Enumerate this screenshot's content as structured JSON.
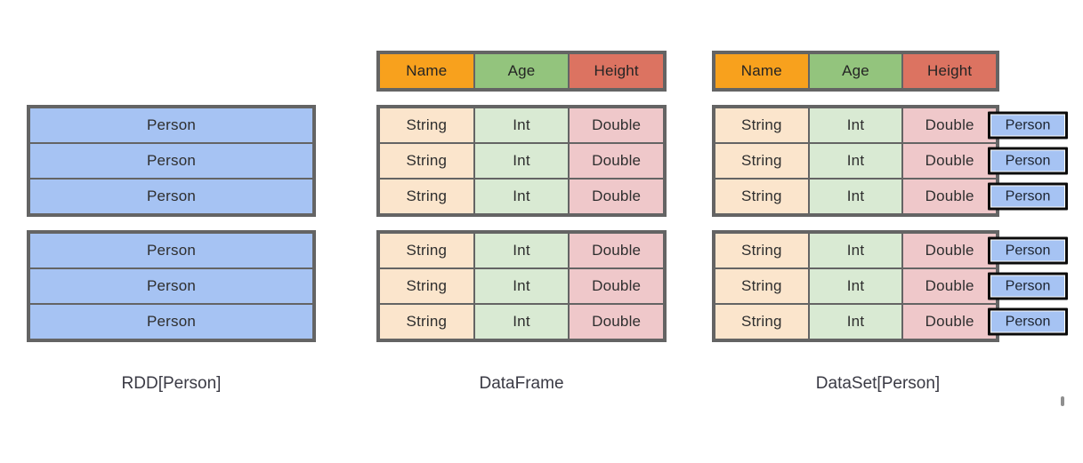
{
  "colors": {
    "blue": "#A6C3F3",
    "orange": "#F8A11D",
    "green": "#93C47D",
    "red": "#DC7361",
    "tan": "#FBE5CC",
    "lightGreen": "#D9EAD3",
    "pink": "#EFC8CA",
    "border": "#646464",
    "sideBoxBorder": "#0B0B0B",
    "text": "#303030",
    "captionText": "#3A3A44"
  },
  "columns": [
    {
      "id": "rdd",
      "caption": "RDD[Person]",
      "header": null,
      "groups": [
        {
          "rows": [
            [
              {
                "text": "Person",
                "color": "blue"
              }
            ],
            [
              {
                "text": "Person",
                "color": "blue"
              }
            ],
            [
              {
                "text": "Person",
                "color": "blue"
              }
            ]
          ]
        },
        {
          "rows": [
            [
              {
                "text": "Person",
                "color": "blue"
              }
            ],
            [
              {
                "text": "Person",
                "color": "blue"
              }
            ],
            [
              {
                "text": "Person",
                "color": "blue"
              }
            ]
          ]
        }
      ]
    },
    {
      "id": "dataframe",
      "caption": "DataFrame",
      "header": [
        {
          "text": "Name",
          "color": "orange"
        },
        {
          "text": "Age",
          "color": "green"
        },
        {
          "text": "Height",
          "color": "red"
        }
      ],
      "groups": [
        {
          "rows": [
            [
              {
                "text": "String",
                "color": "tan"
              },
              {
                "text": "Int",
                "color": "lightGreen"
              },
              {
                "text": "Double",
                "color": "pink"
              }
            ],
            [
              {
                "text": "String",
                "color": "tan"
              },
              {
                "text": "Int",
                "color": "lightGreen"
              },
              {
                "text": "Double",
                "color": "pink"
              }
            ],
            [
              {
                "text": "String",
                "color": "tan"
              },
              {
                "text": "Int",
                "color": "lightGreen"
              },
              {
                "text": "Double",
                "color": "pink"
              }
            ]
          ]
        },
        {
          "rows": [
            [
              {
                "text": "String",
                "color": "tan"
              },
              {
                "text": "Int",
                "color": "lightGreen"
              },
              {
                "text": "Double",
                "color": "pink"
              }
            ],
            [
              {
                "text": "String",
                "color": "tan"
              },
              {
                "text": "Int",
                "color": "lightGreen"
              },
              {
                "text": "Double",
                "color": "pink"
              }
            ],
            [
              {
                "text": "String",
                "color": "tan"
              },
              {
                "text": "Int",
                "color": "lightGreen"
              },
              {
                "text": "Double",
                "color": "pink"
              }
            ]
          ]
        }
      ]
    },
    {
      "id": "dataset",
      "caption": "DataSet[Person]",
      "header": [
        {
          "text": "Name",
          "color": "orange"
        },
        {
          "text": "Age",
          "color": "green"
        },
        {
          "text": "Height",
          "color": "red"
        }
      ],
      "row_side_box": {
        "text": "Person",
        "color": "blue"
      },
      "groups": [
        {
          "rows": [
            [
              {
                "text": "String",
                "color": "tan"
              },
              {
                "text": "Int",
                "color": "lightGreen"
              },
              {
                "text": "Double",
                "color": "pink"
              }
            ],
            [
              {
                "text": "String",
                "color": "tan"
              },
              {
                "text": "Int",
                "color": "lightGreen"
              },
              {
                "text": "Double",
                "color": "pink"
              }
            ],
            [
              {
                "text": "String",
                "color": "tan"
              },
              {
                "text": "Int",
                "color": "lightGreen"
              },
              {
                "text": "Double",
                "color": "pink"
              }
            ]
          ]
        },
        {
          "rows": [
            [
              {
                "text": "String",
                "color": "tan"
              },
              {
                "text": "Int",
                "color": "lightGreen"
              },
              {
                "text": "Double",
                "color": "pink"
              }
            ],
            [
              {
                "text": "String",
                "color": "tan"
              },
              {
                "text": "Int",
                "color": "lightGreen"
              },
              {
                "text": "Double",
                "color": "pink"
              }
            ],
            [
              {
                "text": "String",
                "color": "tan"
              },
              {
                "text": "Int",
                "color": "lightGreen"
              },
              {
                "text": "Double",
                "color": "pink"
              }
            ]
          ]
        }
      ]
    }
  ]
}
